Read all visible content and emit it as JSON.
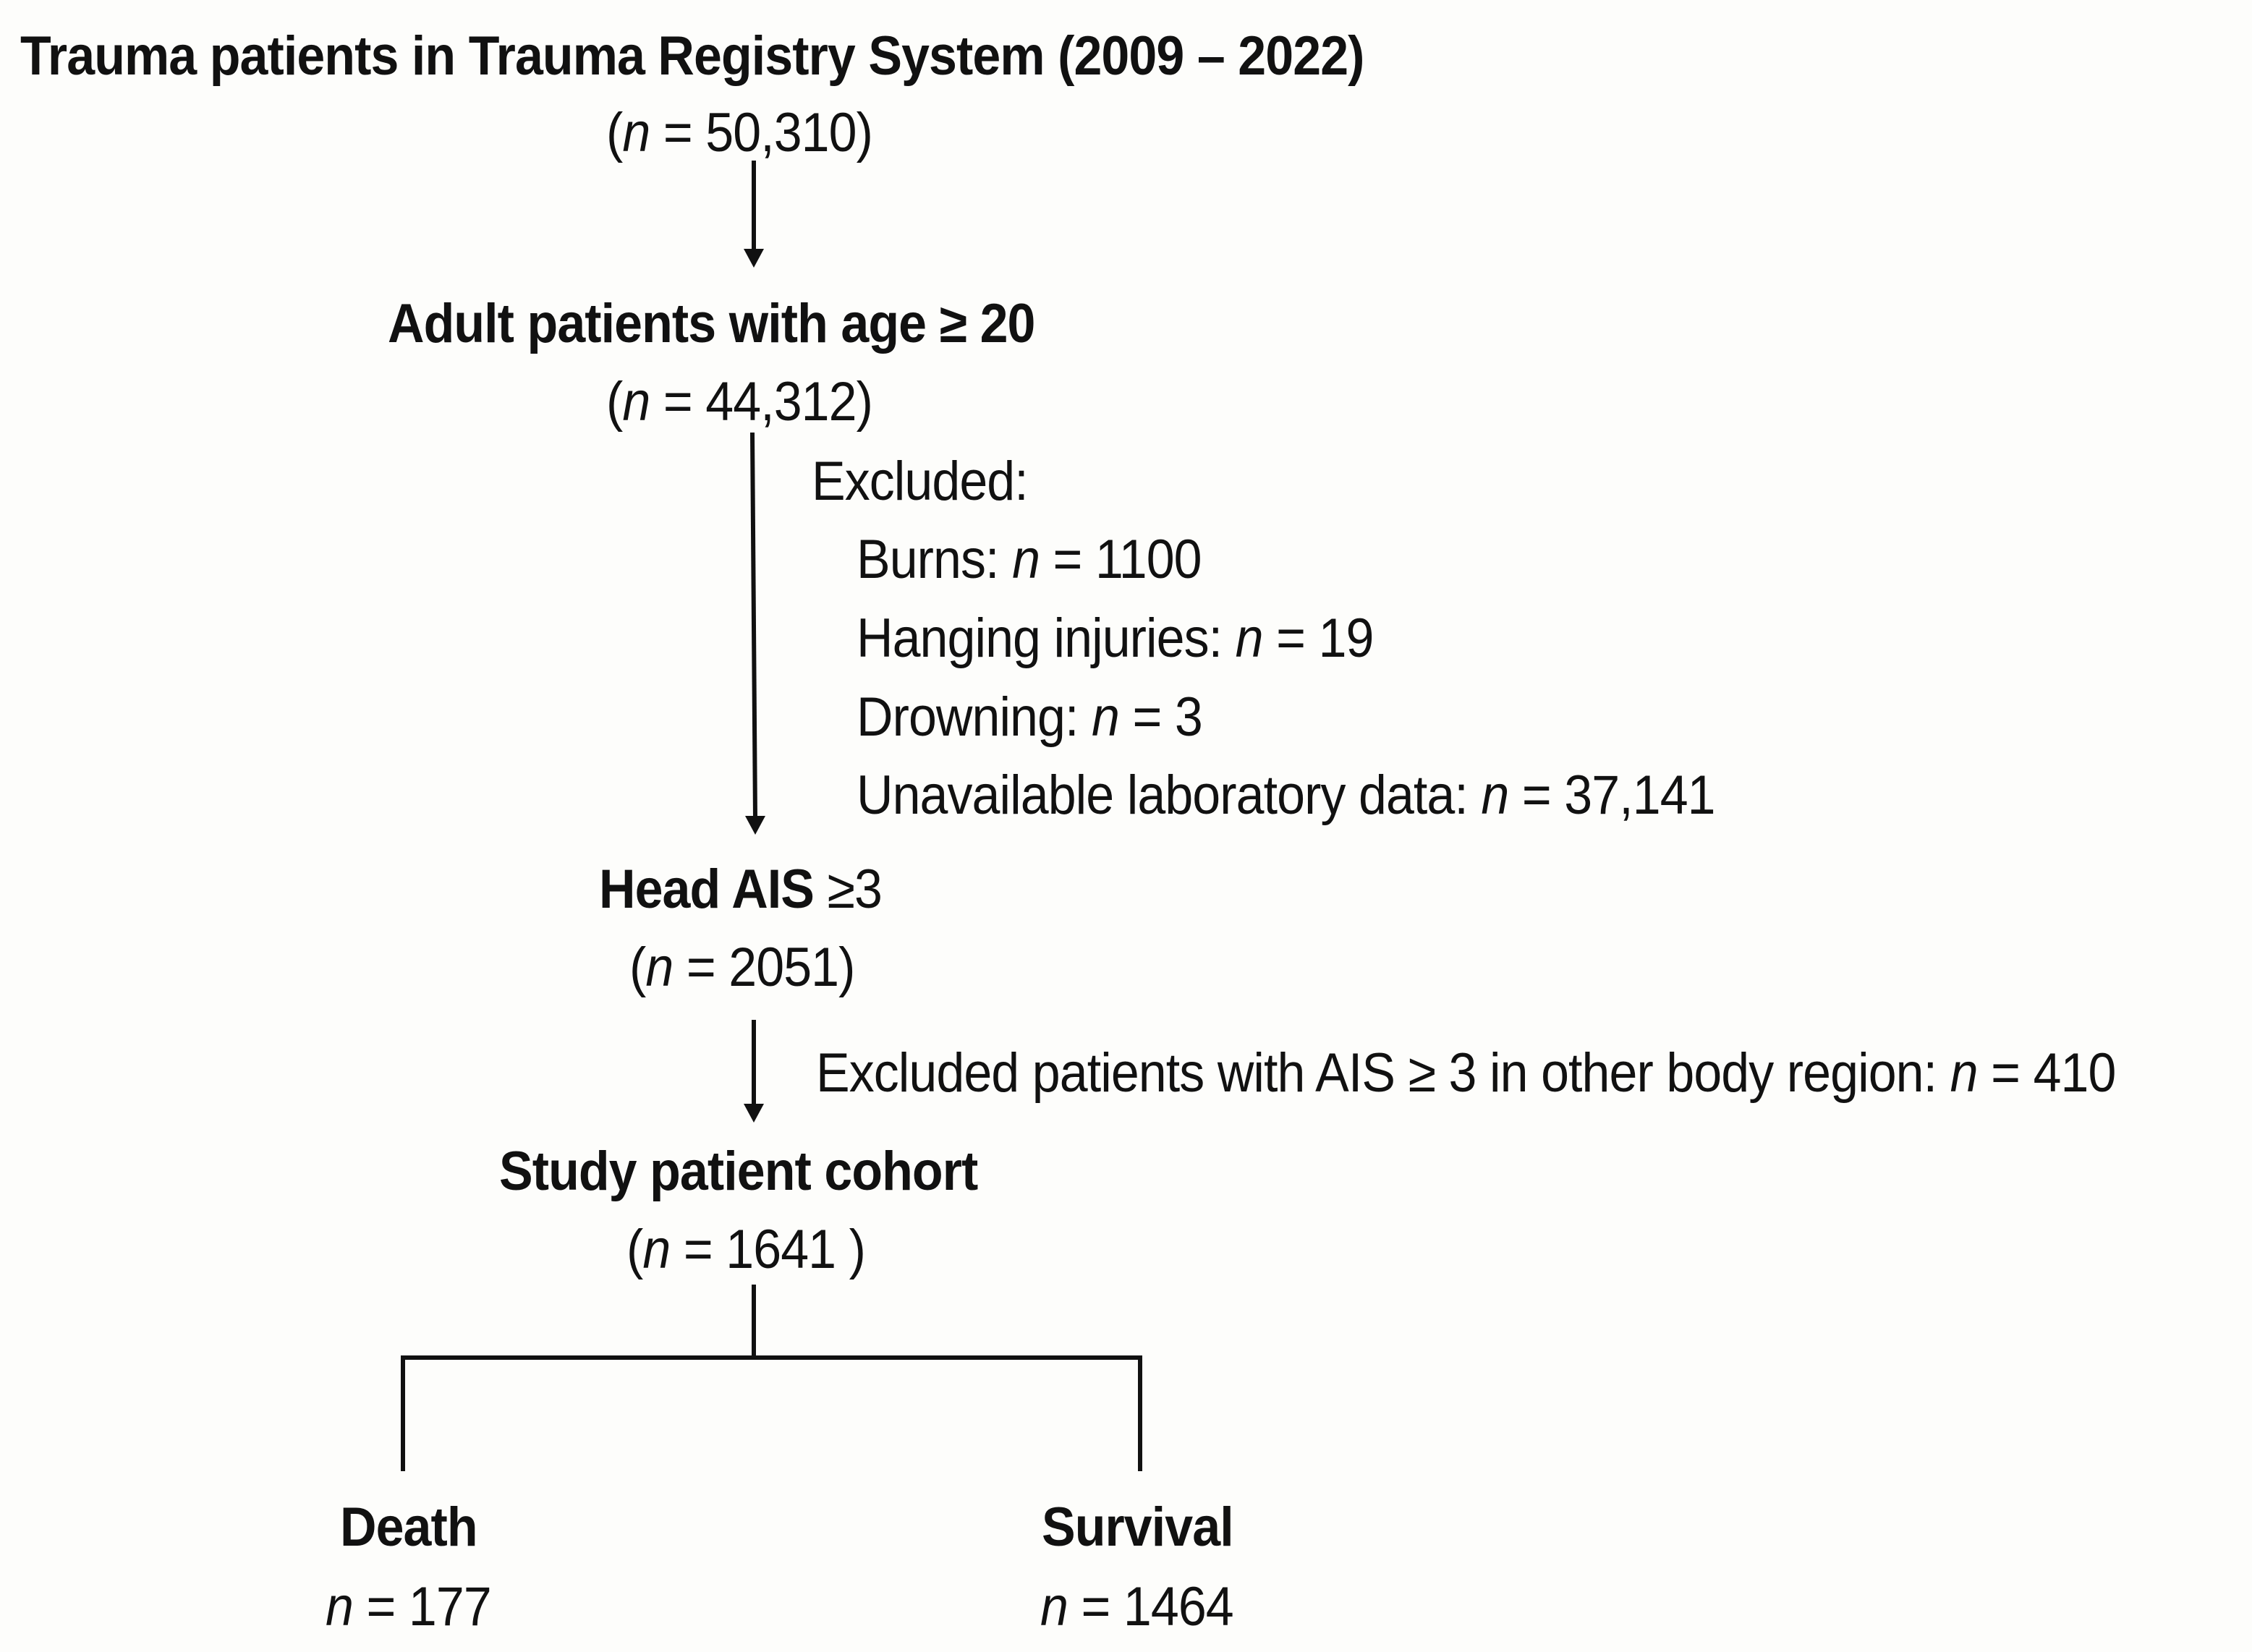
{
  "nodes": {
    "registry": {
      "title": "Trauma patients in Trauma Registry System (2009 – 2022)",
      "count": "(n = 50,310)"
    },
    "adult": {
      "title": "Adult  patients with age ≥ 20",
      "count": "(n = 44,312)"
    },
    "head_ais": {
      "title_bold": "Head AIS",
      "title_rest": " ≥3",
      "count": "(n = 2051)"
    },
    "cohort": {
      "title": "Study patient cohort",
      "count": "(n = 1641 )"
    },
    "death": {
      "title": "Death",
      "count": "n = 177"
    },
    "survival": {
      "title": "Survival",
      "count": "n = 1464"
    }
  },
  "exclusions": {
    "first": {
      "heading": "Excluded:",
      "items": [
        {
          "label": "Burns: ",
          "n_symbol": "n",
          "value": " = 1100"
        },
        {
          "label": "Hanging injuries: ",
          "n_symbol": "n",
          "value": " = 19"
        },
        {
          "label": "Drowning: ",
          "n_symbol": "n",
          "value": " = 3"
        },
        {
          "label": "Unavailable laboratory data: ",
          "n_symbol": "n",
          "value": " = 37,141"
        }
      ]
    },
    "second": {
      "label": "Excluded patients with AIS ≥ 3 in other body region: ",
      "n_symbol": "n",
      "value": " = 410"
    }
  }
}
